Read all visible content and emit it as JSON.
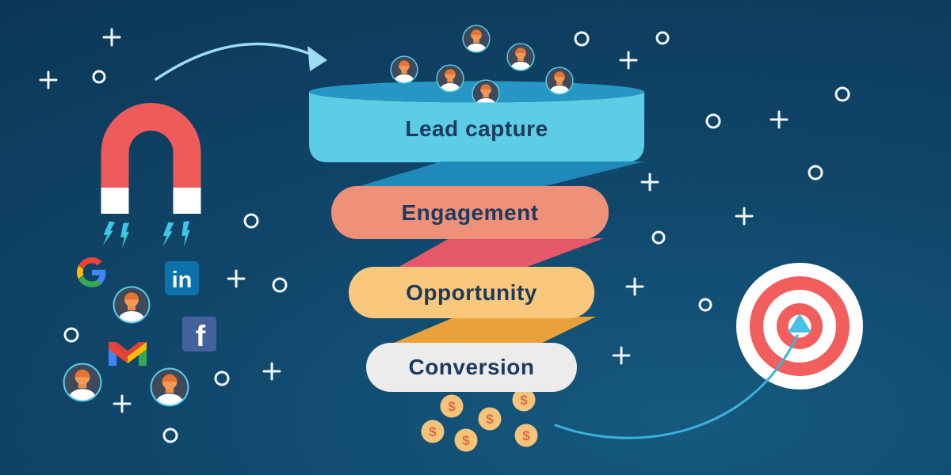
{
  "funnel": {
    "stages": [
      {
        "label": "Lead capture",
        "fill": "#5ccde4",
        "text_color": "#1b3a5e"
      },
      {
        "label": "Engagement",
        "fill": "#ef9079",
        "text_color": "#1b3a5e"
      },
      {
        "label": "Opportunity",
        "fill": "#f9c87c",
        "text_color": "#1b3a5e"
      },
      {
        "label": "Conversion",
        "fill": "#ececec",
        "text_color": "#1b3a5e"
      }
    ],
    "ribbon_colors": {
      "top": "#1f8ab9",
      "middle": "#e4586a",
      "bottom": "#e9a23b"
    },
    "cylinder_top_color": "#2697c4",
    "top_avatar_count": 6
  },
  "social": {
    "google_icon": "google-g-logo",
    "gmail_icon": "gmail-m-logo",
    "linkedin_icon": "linkedin-logo",
    "facebook_icon": "facebook-logo",
    "linkedin_label": "in",
    "facebook_label": "f",
    "linkedin_color": "#0b72ab",
    "facebook_color": "#44639e",
    "google_colors": {
      "blue": "#4285F4",
      "red": "#EA4335",
      "yellow": "#FBBC05",
      "green": "#34A853"
    }
  },
  "magnet": {
    "color": "#ef5b5b",
    "tip_color": "#ffffff",
    "spark_color": "#3ec6e8",
    "spark_count": 4
  },
  "avatars": {
    "source_count": 3,
    "ring_color": "#56cbe5",
    "bg_color": "#3e4a5c"
  },
  "coins": {
    "symbol": "$",
    "count": 6,
    "coin_color": "#f6c478",
    "symbol_color": "#de6b4a"
  },
  "target": {
    "ring_color": "#f25d5d",
    "white_color": "#ffffff",
    "arrow_color": "#49c0e8"
  },
  "connectors": {
    "top_arrow_color": "#9edcf2",
    "bottom_arrow_color": "#3bb3dd"
  },
  "decorations": {
    "plus_count": 11,
    "circle_count": 13,
    "color": "#f0f6f9"
  },
  "background": {
    "gradient_center": "#16597f",
    "gradient_edge": "#0c3554"
  }
}
